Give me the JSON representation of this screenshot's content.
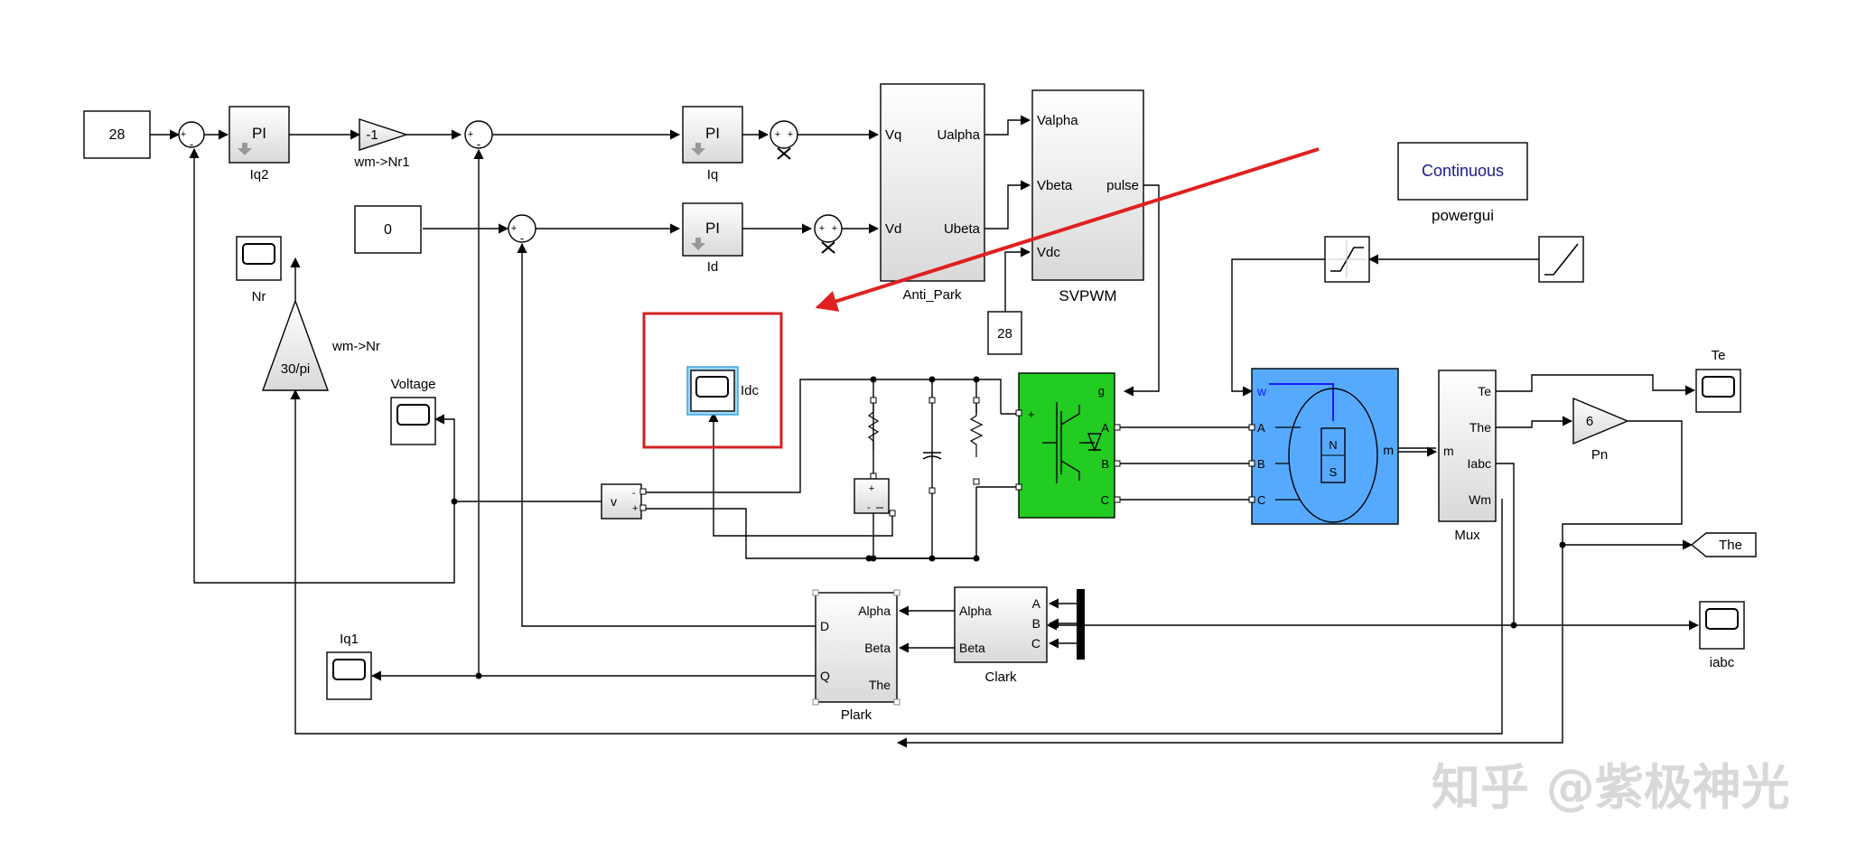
{
  "blocks": {
    "const_28": "28",
    "const_0": "0",
    "const_28_vdc": "28",
    "pi_iq2": {
      "inner": "PI",
      "caption": "Iq2"
    },
    "pi_iq": {
      "inner": "PI",
      "caption": "Iq"
    },
    "pi_id": {
      "inner": "PI",
      "caption": "Id"
    },
    "gain_neg1": {
      "inner": "-1",
      "caption": "wm->Nr1"
    },
    "gain_30pi": {
      "inner": "30/pi",
      "caption": "wm->Nr"
    },
    "gain_pn": {
      "inner": "6",
      "caption": "Pn"
    },
    "anti_park": {
      "caption": "Anti_Park",
      "in1": "Vq",
      "in2": "Vd",
      "out1": "Ualpha",
      "out2": "Ubeta"
    },
    "svpwm": {
      "caption": "SVPWM",
      "in1": "Valpha",
      "in2": "Vbeta",
      "in3": "Vdc",
      "out1": "pulse"
    },
    "powergui": {
      "inner": "Continuous",
      "caption": "powergui"
    },
    "scope_nr": "Nr",
    "scope_voltage": "Voltage",
    "scope_idc": "Idc",
    "scope_te": "Te",
    "scope_iabc": "iabc",
    "scope_iq1": "Iq1",
    "goto_the": "The",
    "vmeas": {
      "v": "v",
      "plus": "+",
      "minus": "-"
    },
    "inverter": {
      "g": "g",
      "a": "A",
      "b": "B",
      "c": "C",
      "plus": "+",
      "minus": "-"
    },
    "motor": {
      "w": "w",
      "a": "A",
      "b": "B",
      "c": "C",
      "m": "m",
      "n": "N",
      "s": "S"
    },
    "mux": {
      "caption": "Mux",
      "in": "m",
      "o1": "Te",
      "o2": "The",
      "o3": "Iabc",
      "o4": "Wm"
    },
    "clark": {
      "caption": "Clark",
      "in1": "A",
      "in2": "B",
      "in3": "C",
      "out1": "Alpha",
      "out2": "Beta"
    },
    "plark": {
      "caption": "Plark",
      "in1": "Alpha",
      "in2": "Beta",
      "in3": "The",
      "out1": "D",
      "out2": "Q"
    }
  },
  "sum_signs": {
    "plus": "+",
    "minus": "-"
  },
  "watermark": "知乎 @紫极神光",
  "colors": {
    "highlight_box": "#d42020",
    "arrow": "#e02020",
    "inverter_fill": "#22cc22",
    "motor_fill": "#55aaff",
    "powergui_text": "#1a1a8c",
    "port_label_blue": "#1a1aff"
  }
}
